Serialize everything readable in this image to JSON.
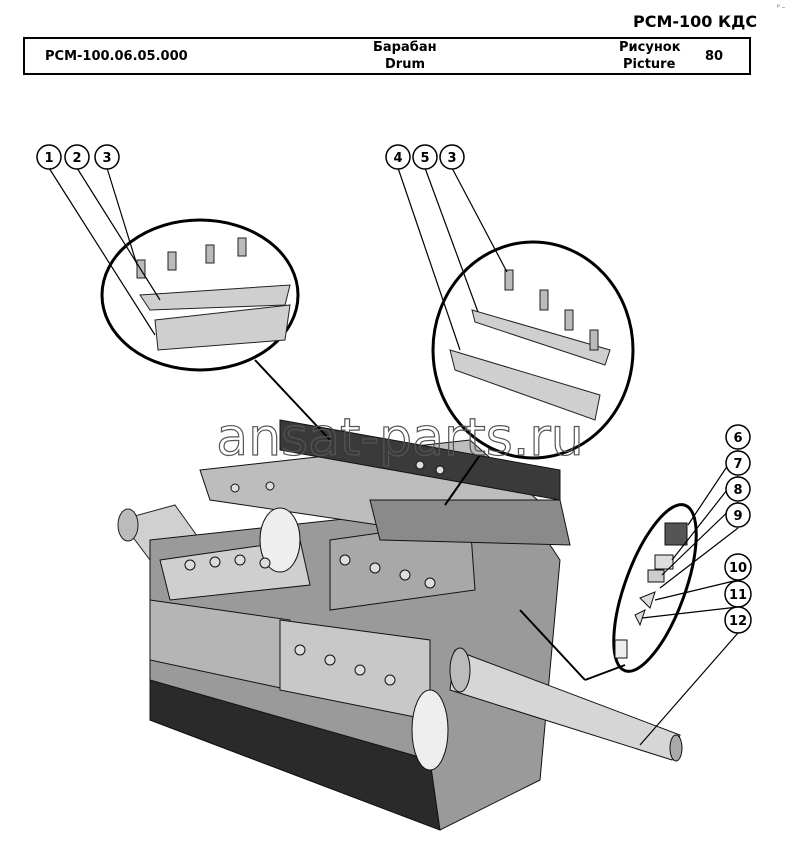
{
  "header": {
    "model": "РСМ-100 КДС",
    "code": "РСМ-100.06.05.000",
    "name_ru": "Барабан",
    "name_en": "Drum",
    "picture_ru": "Рисунок",
    "picture_en": "Picture",
    "picture_number": "80",
    "corner_mark": "ᵖ﹣"
  },
  "watermark": "ansat-parts.ru",
  "callouts": [
    "1",
    "2",
    "3",
    "4",
    "5",
    "3",
    "6",
    "7",
    "8",
    "9",
    "10",
    "11",
    "12"
  ]
}
